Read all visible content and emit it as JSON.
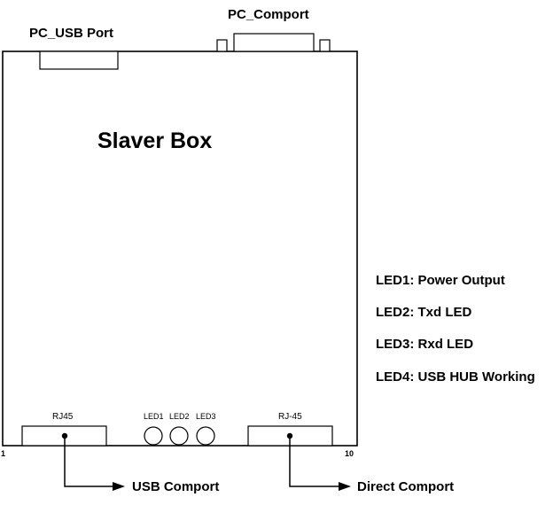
{
  "labels": {
    "pc_usb_port": "PC_USB Port",
    "pc_comport": "PC_Comport",
    "box_title": "Slaver Box",
    "rj45_left": "RJ45",
    "rj45_right": "RJ-45",
    "led1": "LED1",
    "led2": "LED2",
    "led3": "LED3",
    "pin_start": "1",
    "pin_end": "10",
    "usb_comport": "USB Comport",
    "direct_comport": "Direct Comport"
  },
  "legend": [
    {
      "key": "LED1:",
      "text": "Power Output"
    },
    {
      "key": "LED2:",
      "text": "Txd LED"
    },
    {
      "key": "LED3:",
      "text": "Rxd LED"
    },
    {
      "key": "LED4:",
      "text": "USB HUB Working"
    }
  ],
  "colors": {
    "stroke": "#000000",
    "background": "#ffffff"
  }
}
